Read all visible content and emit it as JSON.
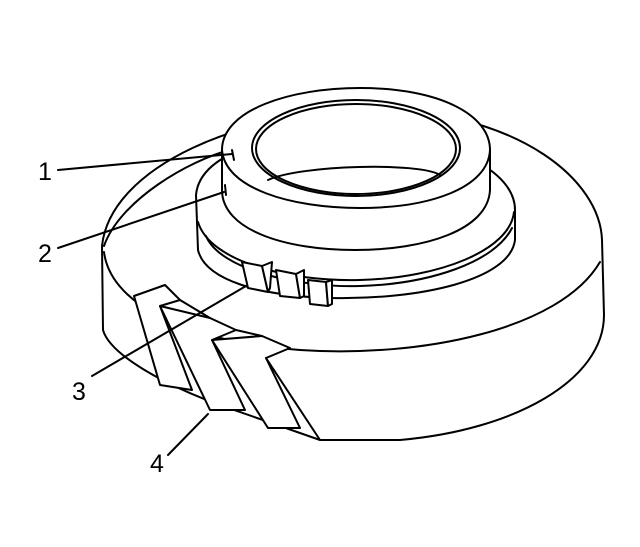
{
  "callouts": [
    {
      "id": 1,
      "label": "1"
    },
    {
      "id": 2,
      "label": "2"
    },
    {
      "id": 3,
      "label": "3"
    },
    {
      "id": 4,
      "label": "4"
    }
  ],
  "colors": {
    "line": "#000000",
    "background": "#ffffff"
  }
}
